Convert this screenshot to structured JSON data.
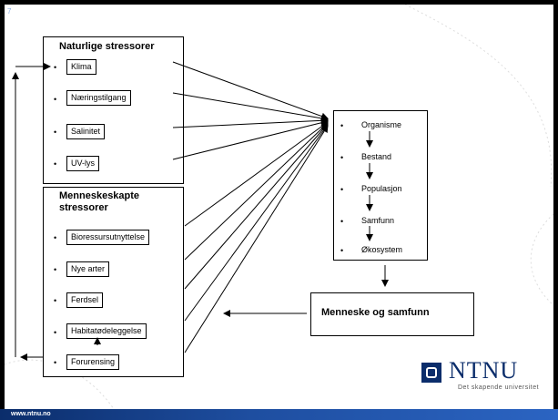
{
  "slide_number": "7",
  "natural": {
    "title": "Naturlige stressorer",
    "items": [
      "Klima",
      "Næringstilgang",
      "Salinitet",
      "UV-lys"
    ]
  },
  "human": {
    "title_line1": "Menneskeskapte",
    "title_line2": "stressorer",
    "items": [
      "Bioressursutnyttelse",
      "Nye arter",
      "Ferdsel",
      "Habitatødeleggelse",
      "Forurensing"
    ]
  },
  "levels": [
    "Organisme",
    "Bestand",
    "Populasjon",
    "Samfunn",
    "Økosystem"
  ],
  "society_label": "Menneske og samfunn",
  "bullet": "•",
  "logo": {
    "name": "NTNU",
    "tagline": "Det skapende universitet"
  },
  "footer_url": "www.ntnu.no",
  "colors": {
    "brand": "#0b2d6b",
    "footer_light": "#2b64c2"
  }
}
